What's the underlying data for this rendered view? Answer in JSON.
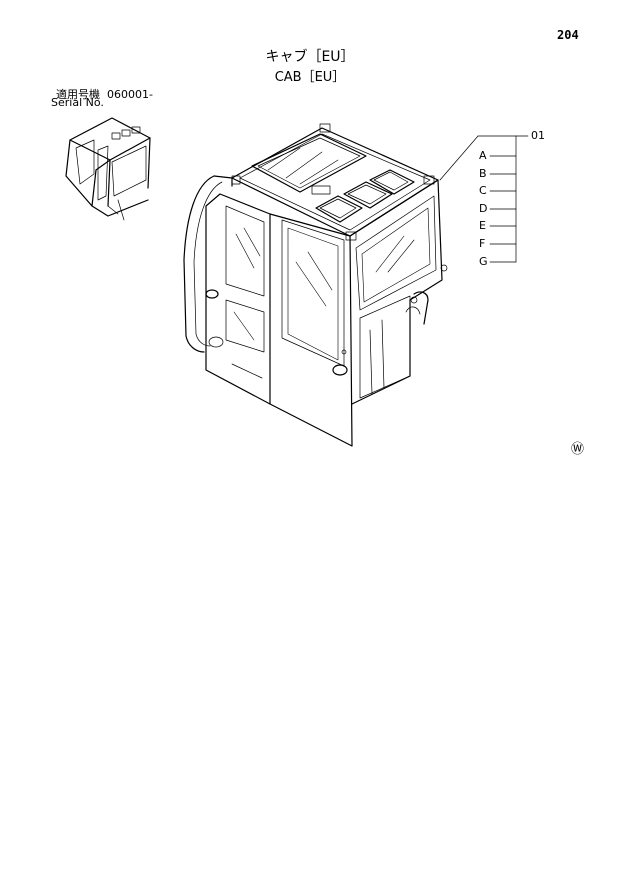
{
  "page_number": "204",
  "title": {
    "japanese": "キャブ［EU］",
    "english": "CAB［EU］"
  },
  "serial": {
    "label_jp": "適用号機",
    "from": "060001-",
    "label_en": "Serial No."
  },
  "callout": {
    "part_number": "01",
    "letters": [
      "A",
      "B",
      "C",
      "D",
      "E",
      "F",
      "G"
    ]
  },
  "corner_mark": "Ⓦ"
}
